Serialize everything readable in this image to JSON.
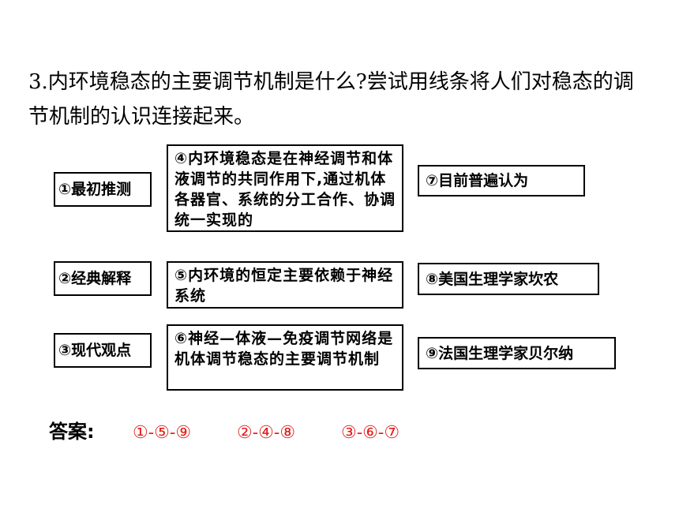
{
  "question": "3.内环境稳态的主要调节机制是什么?尝试用线条将人们对稳态的调节机制的认识连接起来。",
  "left_boxes": [
    "①最初推测",
    "②经典解释",
    "③现代观点"
  ],
  "middle_boxes": [
    "④内环境稳态是在神经调节和体液调节的共同作用下,通过机体各器官、系统的分工合作、协调统一实现的",
    "⑤内环境的恒定主要依赖于神经系统",
    "⑥神经—体液—免疫调节网络是机体调节稳态的主要调节机制"
  ],
  "right_boxes": [
    "⑦目前普遍认为",
    "⑧美国生理学家坎农",
    "⑨法国生理学家贝尔纳"
  ],
  "answer_label": "答案:",
  "answers": [
    "①-⑤-⑨",
    "②-④-⑧",
    "③-⑥-⑦"
  ],
  "colors": {
    "text": "#000000",
    "answer": "#e0201b",
    "border": "#000000"
  }
}
